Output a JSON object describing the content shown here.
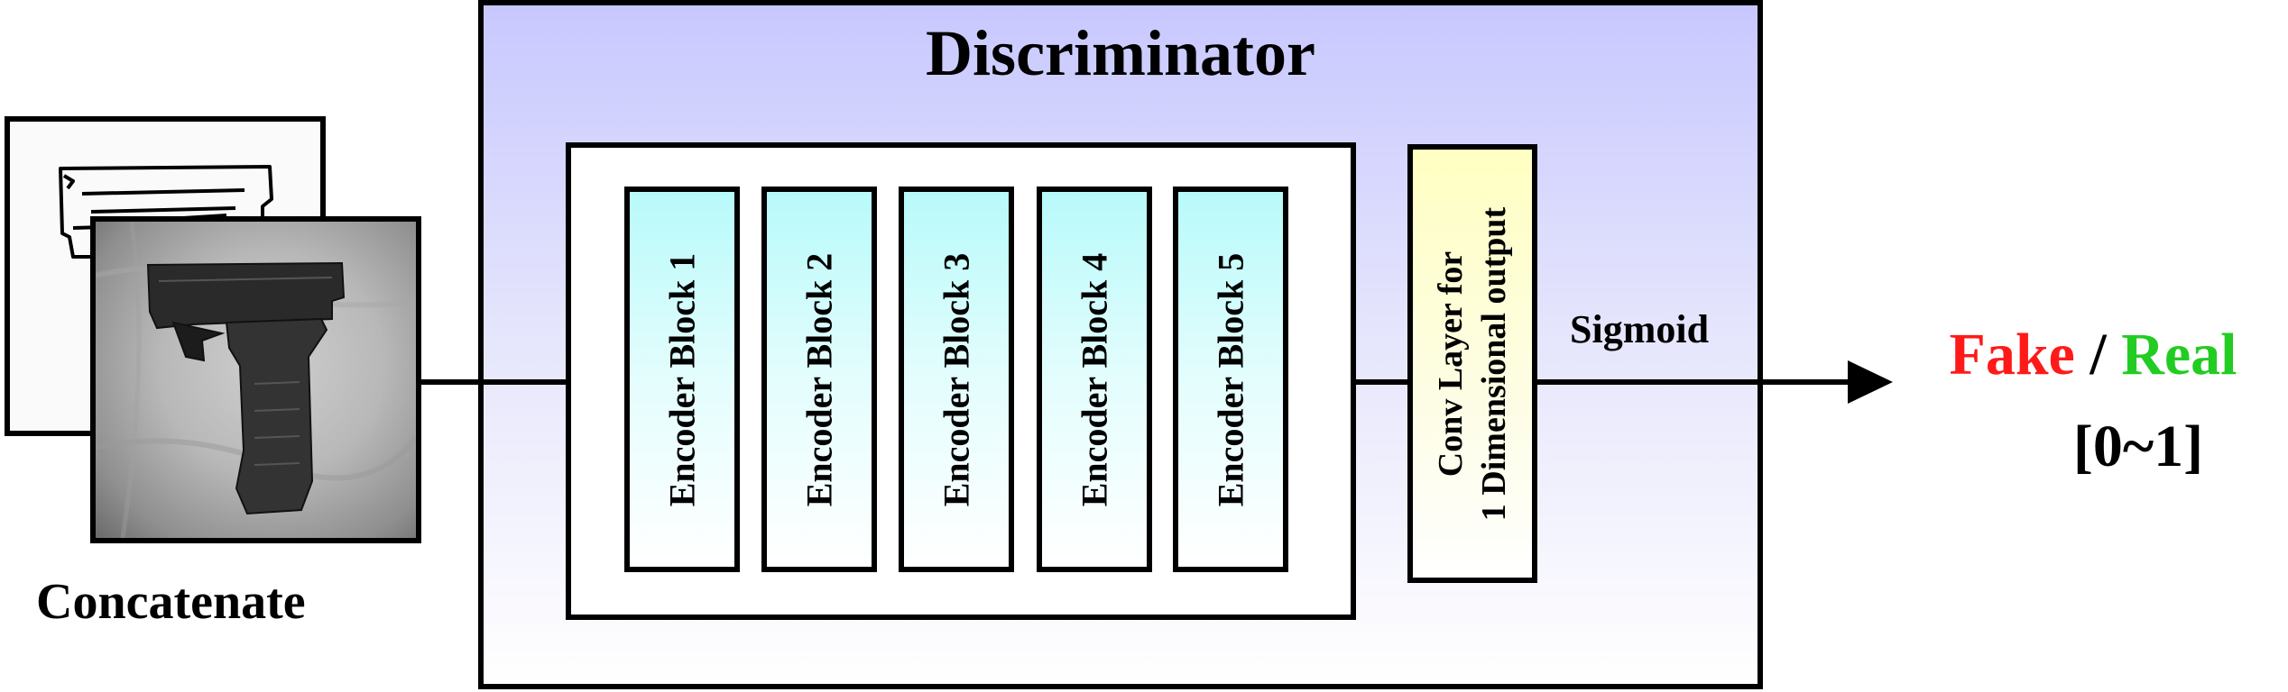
{
  "input": {
    "label": "Concatenate"
  },
  "discriminator": {
    "title": "Discriminator",
    "encoder_blocks": [
      {
        "label": "Encoder Block 1"
      },
      {
        "label": "Encoder Block 2"
      },
      {
        "label": "Encoder Block 3"
      },
      {
        "label": "Encoder Block 4"
      },
      {
        "label": "Encoder Block 5"
      }
    ],
    "conv_layer": {
      "line1": "Conv Layer for",
      "line2": "1 Dimensional output"
    }
  },
  "activation": {
    "label": "Sigmoid"
  },
  "output": {
    "fake_label": "Fake",
    "separator": "/",
    "real_label": "Real",
    "range": "[0~1]"
  },
  "colors": {
    "fake": "#ff1a1a",
    "real": "#22cc22",
    "discriminator_bg_top": "#c8c8ff",
    "encoder_bg_top": "#b8fafa",
    "conv_bg_top": "#ffffc2"
  }
}
